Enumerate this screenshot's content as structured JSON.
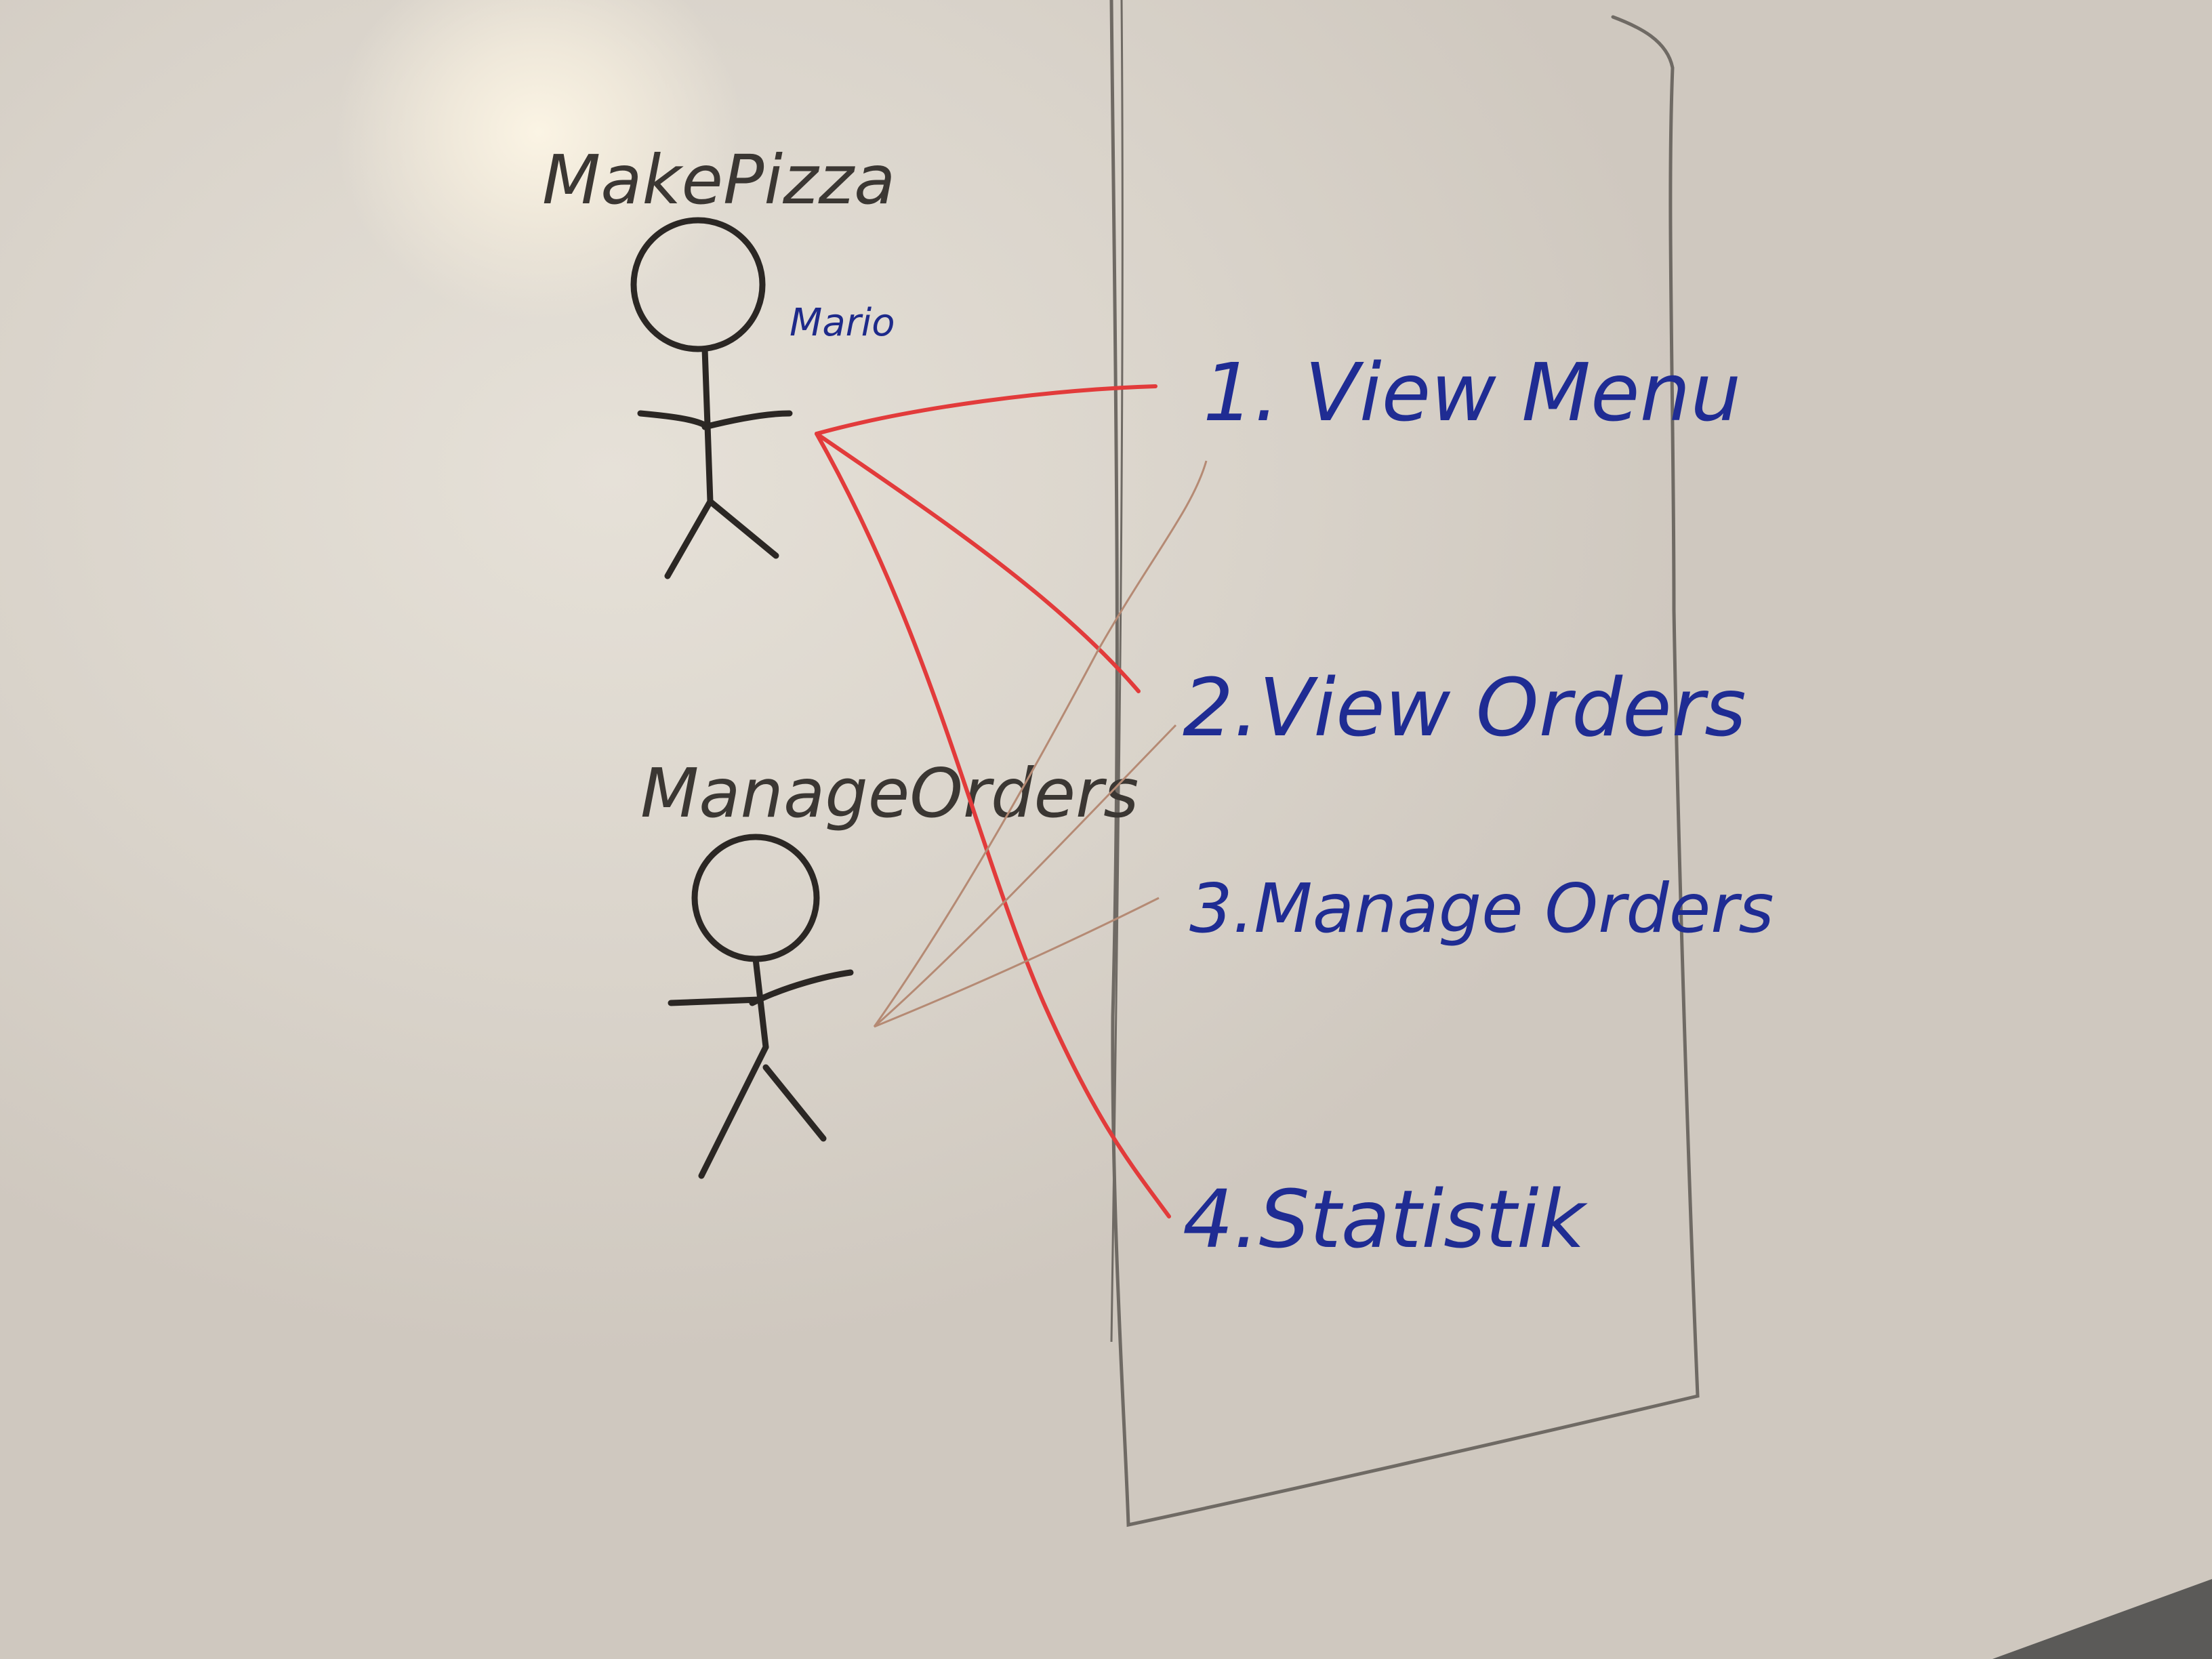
{
  "actors": [
    {
      "title": "MakePizza",
      "name": "Mario"
    },
    {
      "title": "ManageOrders",
      "name": ""
    }
  ],
  "use_cases": [
    {
      "label": "1. View Menu"
    },
    {
      "label": "2.View Orders"
    },
    {
      "label": "3.Manage Orders"
    },
    {
      "label": "4.Statistik"
    }
  ],
  "connections": [
    {
      "from": "MakePizza",
      "to": "1. View Menu",
      "color": "#e23b3b"
    },
    {
      "from": "MakePizza",
      "to": "2.View Orders",
      "color": "#e23b3b"
    },
    {
      "from": "MakePizza",
      "to": "4.Statistik",
      "color": "#e23b3b"
    },
    {
      "from": "ManageOrders",
      "to": "1. View Menu",
      "color": "#b58a74"
    },
    {
      "from": "ManageOrders",
      "to": "2.View Orders",
      "color": "#b58a74"
    },
    {
      "from": "ManageOrders",
      "to": "3.Manage Orders",
      "color": "#b58a74"
    }
  ],
  "colors": {
    "marker_black": "#2b2724",
    "marker_blue": "#1f2c93",
    "marker_red": "#e23b3b",
    "marker_brown": "#b58a74",
    "system_boundary": "#6f6a64"
  }
}
